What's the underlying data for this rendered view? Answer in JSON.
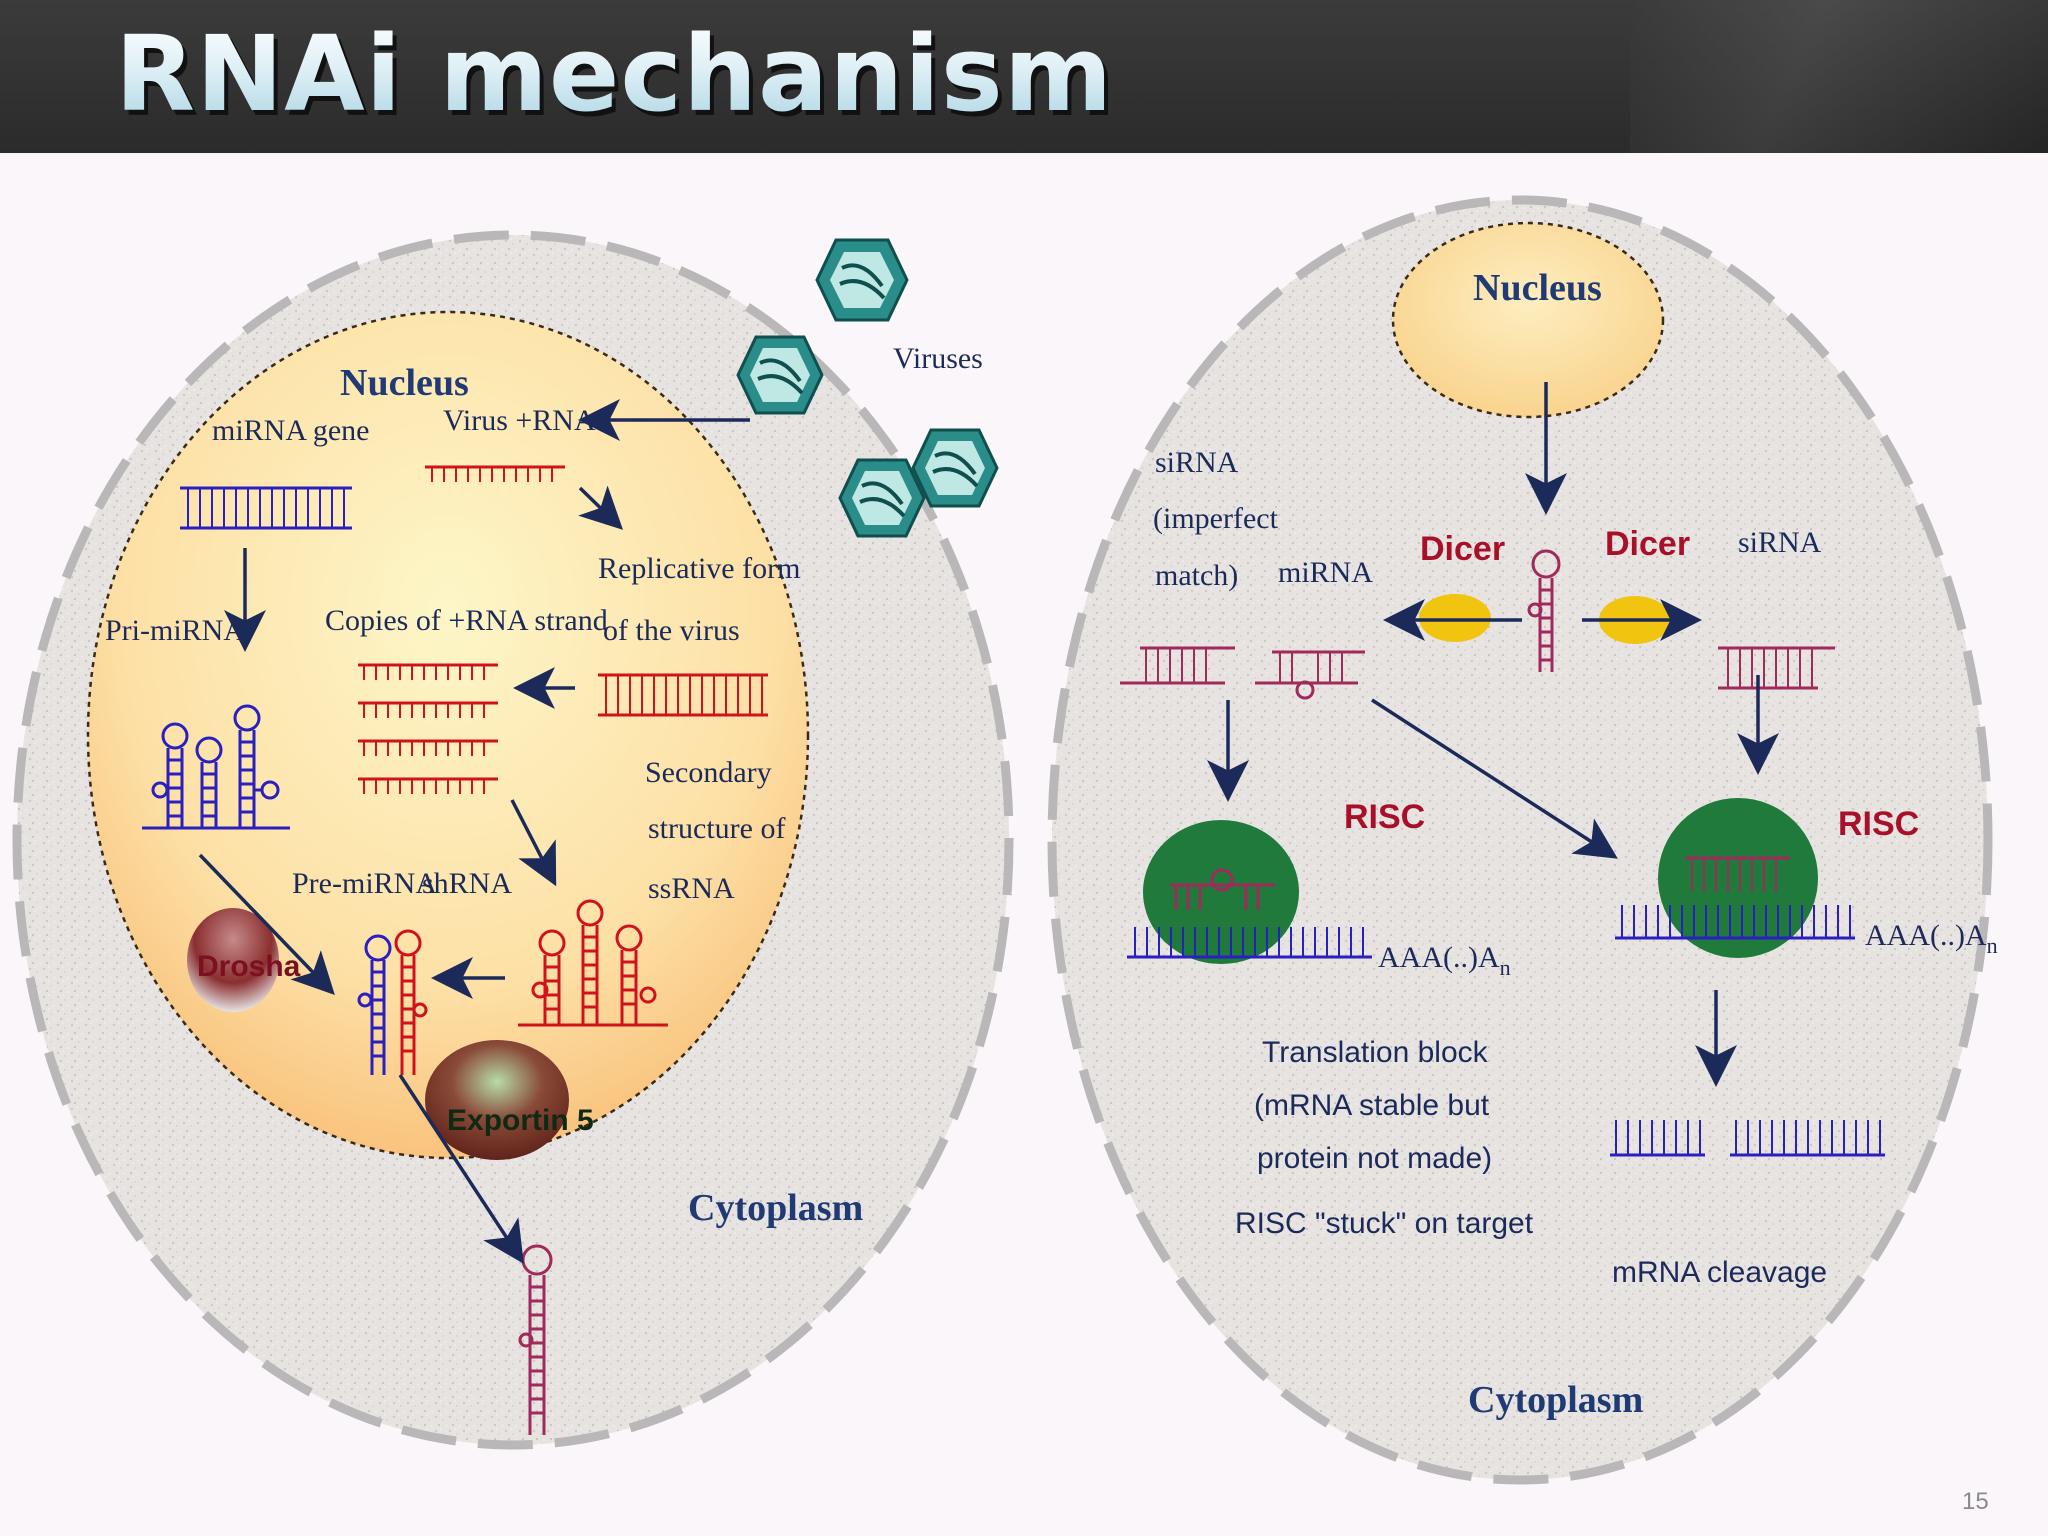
{
  "slide": {
    "title": "RNAi mechanism",
    "page_number": "15"
  },
  "left_panel": {
    "nucleus_label": "Nucleus",
    "cytoplasm_label": "Cytoplasm",
    "viruses_label": "Viruses",
    "mirna_gene_label": "miRNA gene",
    "virus_rna_label": "Virus +RNA",
    "pri_mirna_label": "Pri-miRNA",
    "copies_label": "Copies of +RNA strand",
    "replicative_label_1": "Replicative form",
    "replicative_label_2": "of the virus",
    "secondary_label_1": "Secondary",
    "secondary_label_2": "structure of",
    "secondary_label_3": "ssRNA",
    "pre_mirna_label": "Pre-miRNA",
    "shrna_label": "shRNA",
    "drosha_label": "Drosha",
    "exportin_label": "Exportin 5"
  },
  "right_panel": {
    "nucleus_label": "Nucleus",
    "cytoplasm_label": "Cytoplasm",
    "sirna_imperfect_1": "siRNA",
    "sirna_imperfect_2": "(imperfect",
    "sirna_imperfect_3": "match)",
    "mirna_label": "miRNA",
    "dicer_left_label": "Dicer",
    "dicer_right_label": "Dicer",
    "sirna_label": "siRNA",
    "risc_left_label": "RISC",
    "risc_right_label": "RISC",
    "poly_a_left": "AAA(..)A",
    "poly_a_left_sub": "n",
    "poly_a_right": "AAA(..)A",
    "poly_a_right_sub": "n",
    "translation_block_1": "Translation block",
    "translation_block_2": "(mRNA stable but",
    "translation_block_3": "protein not made)",
    "translation_block_4": "RISC \"stuck\" on target",
    "mrna_cleavage_label": "mRNA cleavage"
  },
  "colors": {
    "header_bg": "#2f2f2f",
    "nucleus_fill": "#fbd79a",
    "cell_fill": "#e9e6e4",
    "blue_rna": "#2a1fbf",
    "red_rna": "#d0121c",
    "risc_green": "#1f7a3c",
    "dicer_yellow": "#f1c40f",
    "label_navy": "#1c2a5a",
    "label_red": "#a8102a"
  }
}
